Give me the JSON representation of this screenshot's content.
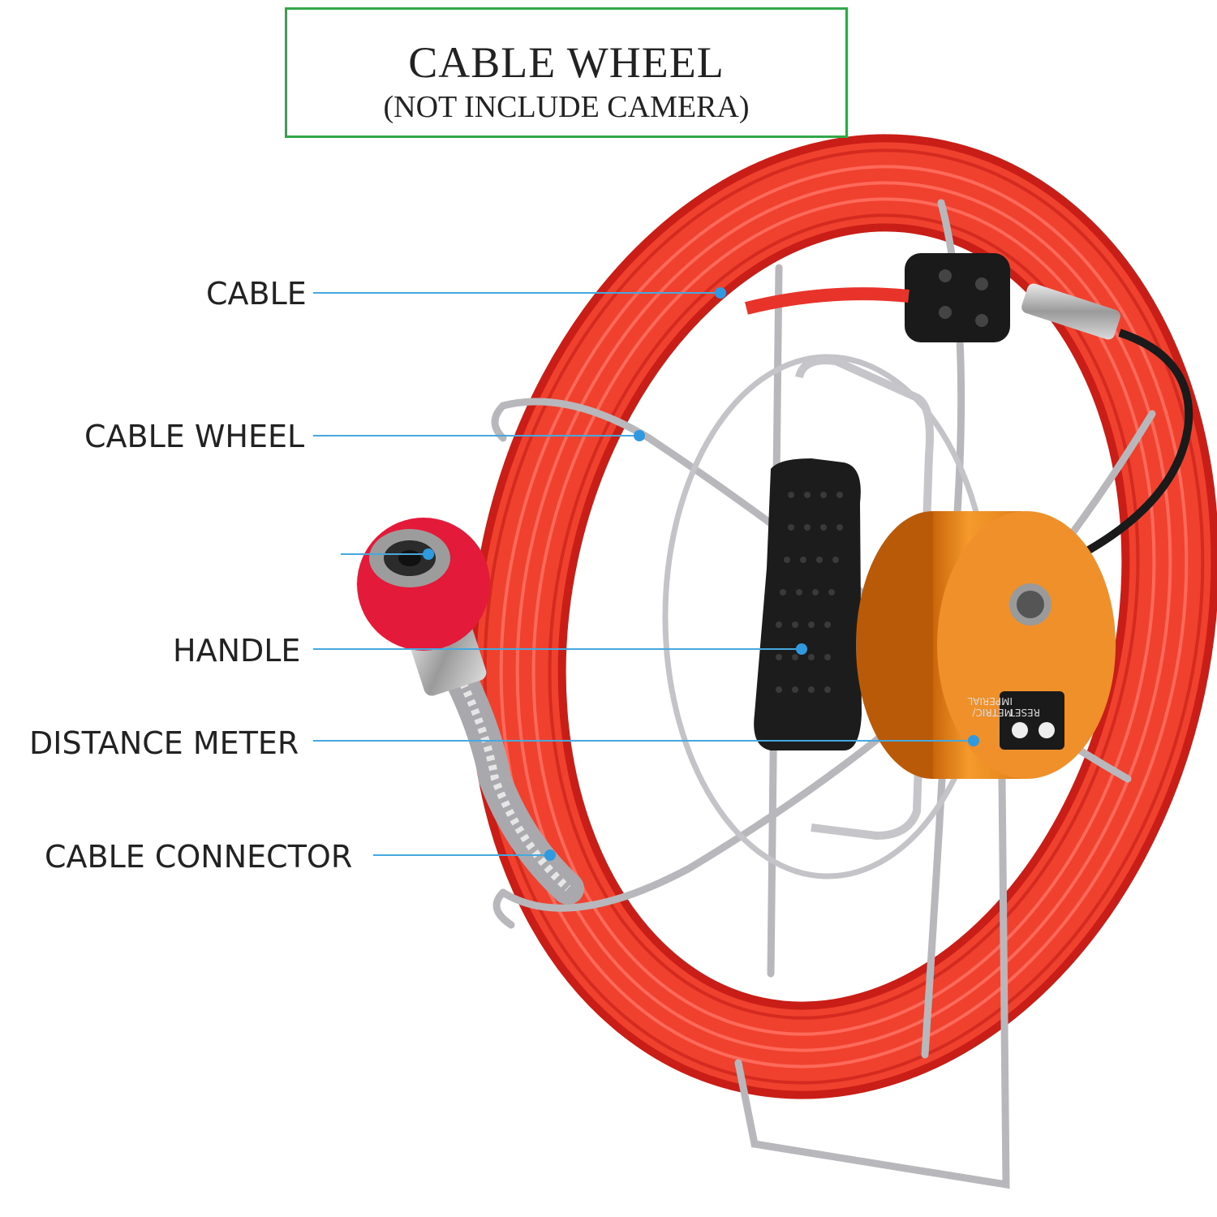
{
  "title": {
    "main": "CABLE WHEEL",
    "sub": "(NOT INCLUDE CAMERA)"
  },
  "labels": {
    "cable": "CABLE",
    "cable_wheel": "CABLE WHEEL",
    "handle": "HANDLE",
    "distance_meter": "DISTANCE METER",
    "cable_connector": "CABLE CONNECTOR"
  },
  "meter_panel": {
    "line1": "METRIC/",
    "line2": "IMPERIAL",
    "line3": "RESET"
  },
  "colors": {
    "cable": "#e8332b",
    "meter": "#e98a1e",
    "leader": "#47a8e0",
    "frame": "#c9c9cc",
    "handle": "#1c1c1c",
    "title_border": "#33a64a"
  }
}
